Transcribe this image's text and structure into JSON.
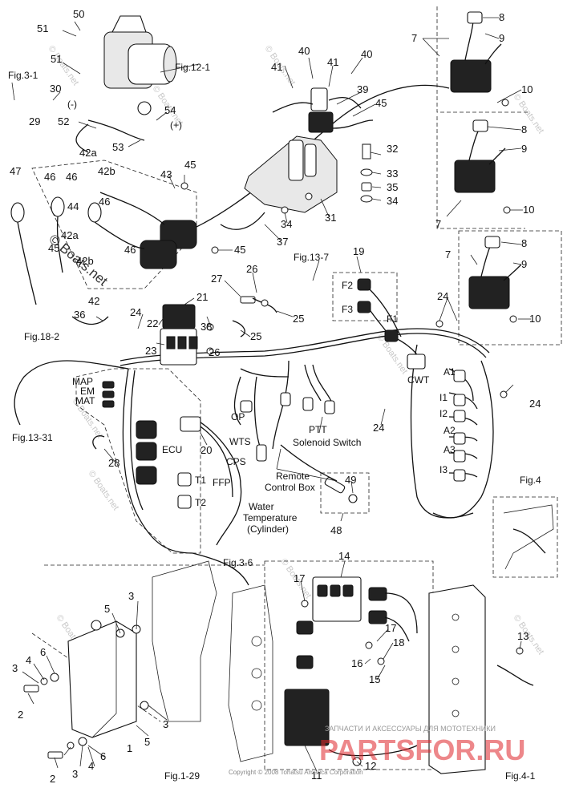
{
  "part_numbers": {
    "n1": "1",
    "n2": "2",
    "n3": "3",
    "n4": "4",
    "n5": "5",
    "n6": "6",
    "n7": "7",
    "n8": "8",
    "n9": "9",
    "n10": "10",
    "n11": "11",
    "n12": "12",
    "n13": "13",
    "n14": "14",
    "n15": "15",
    "n16": "16",
    "n17": "17",
    "n18": "18",
    "n19": "19",
    "n20": "20",
    "n21": "21",
    "n22": "22",
    "n23": "23",
    "n24": "24",
    "n25": "25",
    "n26": "26",
    "n27": "27",
    "n28": "28",
    "n29": "29",
    "n30": "30",
    "n31": "31",
    "n32": "32",
    "n33": "33",
    "n34": "34",
    "n35": "35",
    "n36": "36",
    "n37": "37",
    "n38": "38",
    "n39": "39",
    "n40": "40",
    "n41": "41",
    "n42": "42",
    "n42a": "42a",
    "n42b": "42b",
    "n43": "43",
    "n44": "44",
    "n45": "45",
    "n46": "46",
    "n47": "47",
    "n48": "48",
    "n49": "49",
    "n50": "50",
    "n51": "51",
    "n52": "52",
    "n53": "53",
    "n54": "54"
  },
  "figure_refs": {
    "fig_3_1": "Fig.3-1",
    "fig_12_1": "Fig.12-1",
    "fig_13_7": "Fig.13-7",
    "fig_18_2": "Fig.18-2",
    "fig_13_31": "Fig.13-31",
    "fig_3_6": "Fig.3-6",
    "fig_4": "Fig.4",
    "fig_1_29": "Fig.1-29",
    "fig_4_1": "Fig.4-1"
  },
  "connector_labels": {
    "map": "MAP",
    "em": "EM",
    "mat": "MAT",
    "ecu": "ECU",
    "op": "OP",
    "wts": "WTS",
    "cps": "CPS",
    "t1": "T1",
    "t2": "T2",
    "ffp": "FFP",
    "f1": "F1",
    "f2": "F2",
    "f3": "F3",
    "cwt": "CWT",
    "a1": "A1",
    "i1": "I1",
    "i2": "I2",
    "a2": "A2",
    "a3": "A3",
    "i3": "I3",
    "minus": "(-)",
    "plus": "(+)"
  },
  "callouts": {
    "ptt_line1": "PTT",
    "ptt_line2": "Solenoid Switch",
    "remote_line1": "Remote",
    "remote_line2": "Control Box",
    "water_line1": "Water",
    "water_line2": "Temperature",
    "water_line3": "(Cylinder)"
  },
  "watermarks": {
    "boats": "© Boats.net",
    "boats_big": "© Boats.net",
    "copyright": "Copyright © 2008 Tohatsu America Corporation",
    "shop_tagline": "ЗАПЧАСТИ И АКСЕССУАРЫ ДЛЯ МОТОТЕХНИКИ",
    "shop_logo": "PARTSFOR.RU"
  },
  "colors": {
    "ink": "#111111",
    "watermark_logo": "#e0262b",
    "watermark_text": "#c8c8c8"
  }
}
